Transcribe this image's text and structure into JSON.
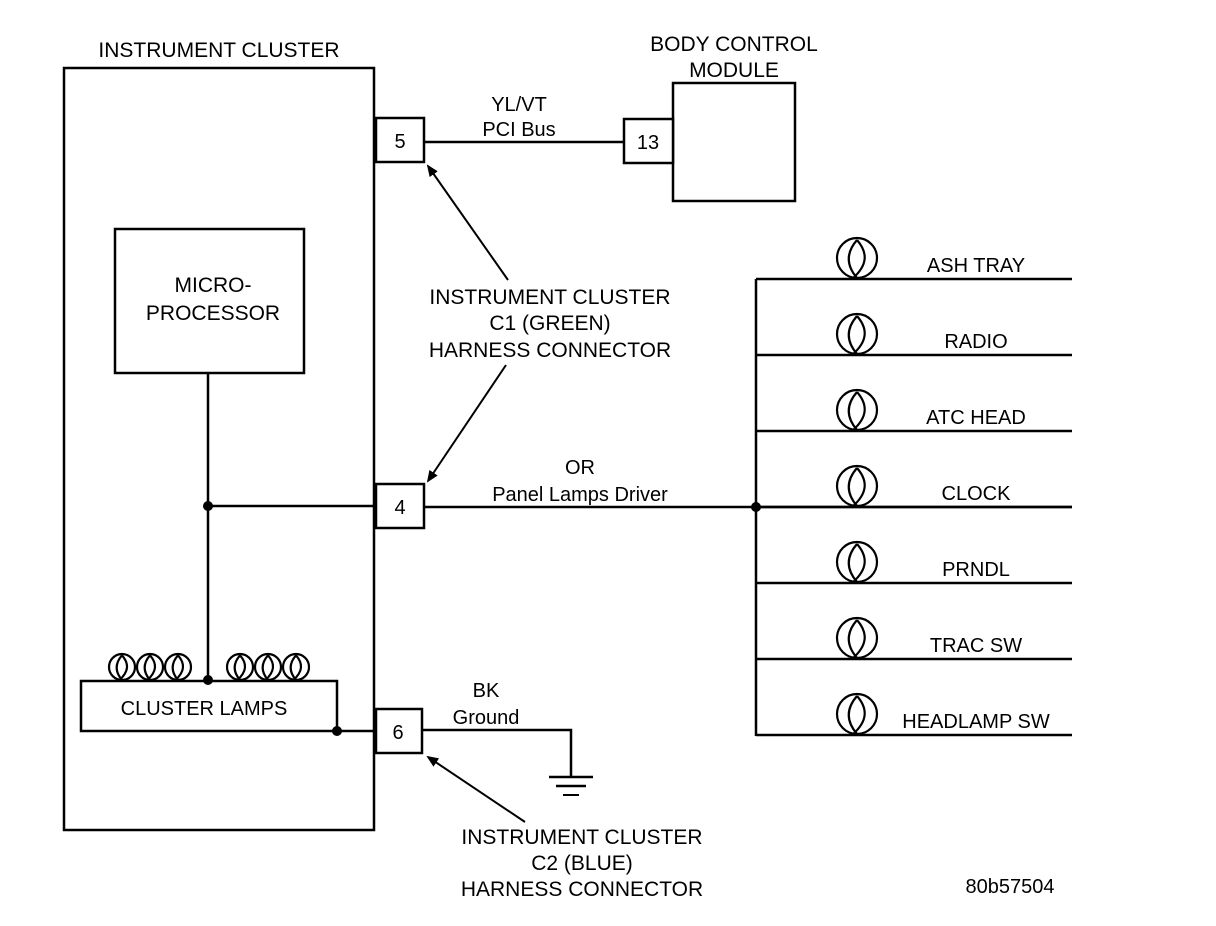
{
  "diagram": {
    "instrument_cluster": {
      "title": "INSTRUMENT CLUSTER",
      "microprocessor_line1": "MICRO-",
      "microprocessor_line2": "PROCESSOR",
      "cluster_lamps": "CLUSTER LAMPS",
      "cluster_lamp_count": 6
    },
    "body_control_module": {
      "line1": "BODY CONTROL",
      "line2": "MODULE",
      "pin": "13"
    },
    "pins": {
      "pci": "5",
      "panel": "4",
      "ground": "6"
    },
    "wires": {
      "pci_color": "YL/VT",
      "pci_name": "PCI Bus",
      "panel_color": "OR",
      "panel_name": "Panel Lamps Driver",
      "ground_color": "BK",
      "ground_name": "Ground"
    },
    "callouts": {
      "c1_line1": "INSTRUMENT CLUSTER",
      "c1_line2": "C1 (GREEN)",
      "c1_line3": "HARNESS CONNECTOR",
      "c2_line1": "INSTRUMENT CLUSTER",
      "c2_line2": "C2 (BLUE)",
      "c2_line3": "HARNESS CONNECTOR"
    },
    "lamps": [
      {
        "label": "ASH TRAY"
      },
      {
        "label": "RADIO"
      },
      {
        "label": "ATC HEAD"
      },
      {
        "label": "CLOCK"
      },
      {
        "label": "PRNDL"
      },
      {
        "label": "TRAC SW"
      },
      {
        "label": "HEADLAMP SW"
      }
    ],
    "figure_id": "80b57504"
  }
}
